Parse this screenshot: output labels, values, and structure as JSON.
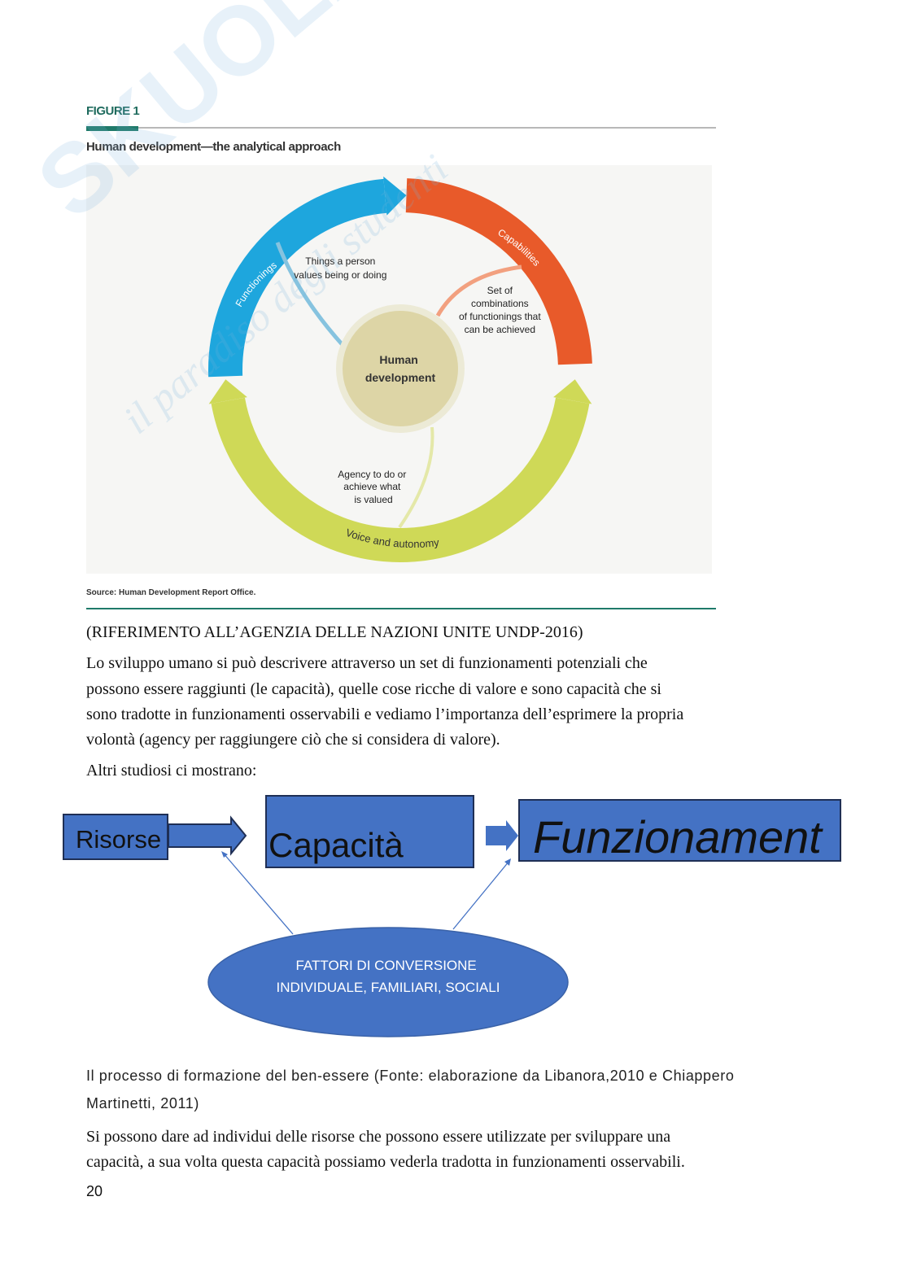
{
  "figure": {
    "label": "FIGURE 1",
    "title": "Human development—the analytical approach",
    "source": "Source: Human Development Report Office.",
    "center": [
      "Human",
      "development"
    ],
    "arcs": {
      "functionings": "Functionings",
      "capabilities": "Capabilities",
      "voice": "Voice and autonomy"
    },
    "notes": {
      "functionings": [
        "Things a person",
        "values being or doing"
      ],
      "capabilities": [
        "Set of",
        "combinations",
        "of functionings that",
        "can be achieved"
      ],
      "agency": [
        "Agency to do or",
        "achieve what",
        "is valued"
      ]
    },
    "colors": {
      "functionings": "#1ea6dd",
      "capabilities": "#e85a2a",
      "voice": "#cfd957",
      "center": "#ddd5a6",
      "accent": "#1f7a6a"
    }
  },
  "watermark": {
    "brand": "SKUOLA.net",
    "tagline": "il paradiso degli studenti"
  },
  "body": {
    "reference": "(RIFERIMENTO ALL’AGENZIA DELLE NAZIONI UNITE UNDP-2016)",
    "paragraph1": [
      "Lo sviluppo umano si può descrivere attraverso un set di funzionamenti potenziali che",
      "possono essere raggiunti (le capacità), quelle cose ricche di valore e sono capacità che si",
      "sono tradotte in funzionamenti osservabili e vediamo l’importanza dell’esprimere la propria",
      "volontà (agency per raggiungere ciò che si considera di valore)."
    ],
    "intro": "Altri studiosi ci mostrano:"
  },
  "diagram": {
    "risorse": "Risorse",
    "capacita": "Capacità",
    "funzionamenti": "Funzionament",
    "fattori": [
      "FATTORI DI CONVERSIONE",
      "INDIVIDUALE, FAMILIARI, SOCIALI"
    ],
    "color": "#4472c4"
  },
  "caption": [
    "Il processo di formazione del ben-essere (Fonte: elaborazione da Libanora,2010 e Chiappero",
    "Martinetti, 2011)"
  ],
  "paragraph2": [
    "Si possono dare ad individui delle risorse che possono essere utilizzate per sviluppare una",
    "capacità, a sua volta questa capacità possiamo vederla tradotta in funzionamenti osservabili."
  ],
  "page_number": "20"
}
